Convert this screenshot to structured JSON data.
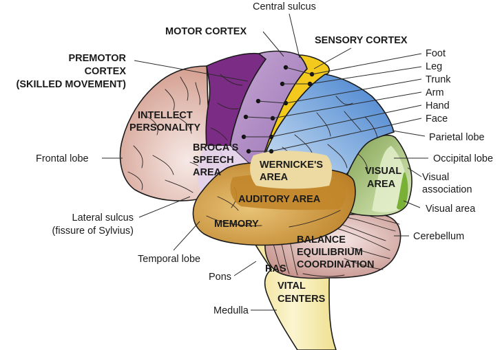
{
  "title": "Functional areas of the brain (lateral view)",
  "colors": {
    "frontal": "#d9a898",
    "motor_cortex": "#7e2e86",
    "premotor_light": "#b18bc4",
    "broca": "#e6d5ec",
    "sensory_cortex": "#f2cb1e",
    "parietal": "#5b93d4",
    "parietal_light": "#bcd5ee",
    "temporal": "#c98f32",
    "wernicke": "#ead7a0",
    "auditory": "#c08424",
    "occipital": "#9dbb74",
    "visual_association": "#dfebc6",
    "visual_area": "#7db33a",
    "cerebellum": "#d4a9a3",
    "brainstem": "#f7eeb7"
  },
  "region_labels": {
    "intellect": "INTELLECT",
    "personality": "PERSONALITY",
    "broca_1": "BROCA'S",
    "broca_2": "SPEECH",
    "broca_3": "AREA",
    "wernicke_1": "WERNICKE'S",
    "wernicke_2": "AREA",
    "auditory": "AUDITORY AREA",
    "memory": "MEMORY",
    "visual_1": "VISUAL",
    "visual_2": "AREA",
    "balance_1": "BALANCE",
    "balance_2": "EQUILIBRIUM",
    "balance_3": "COORDINATION",
    "ras": "RAS",
    "vital_1": "VITAL",
    "vital_2": "CENTERS"
  },
  "callouts": {
    "central_sulcus": "Central sulcus",
    "motor_cortex": "MOTOR CORTEX",
    "sensory_cortex": "SENSORY CORTEX",
    "premotor_1": "PREMOTOR",
    "premotor_2": "CORTEX",
    "premotor_3": "(SKILLED MOVEMENT)",
    "foot": "Foot",
    "leg": "Leg",
    "trunk": "Trunk",
    "arm": "Arm",
    "hand": "Hand",
    "face": "Face",
    "parietal_lobe": "Parietal lobe",
    "frontal_lobe": "Frontal lobe",
    "occipital_lobe": "Occipital lobe",
    "visual_association_1": "Visual",
    "visual_association_2": "association",
    "visual_area": "Visual area",
    "lateral_sulcus_1": "Lateral sulcus",
    "lateral_sulcus_2": "(fissure of Sylvius)",
    "cerebellum": "Cerebellum",
    "temporal_lobe": "Temporal lobe",
    "pons": "Pons",
    "medulla": "Medulla"
  }
}
